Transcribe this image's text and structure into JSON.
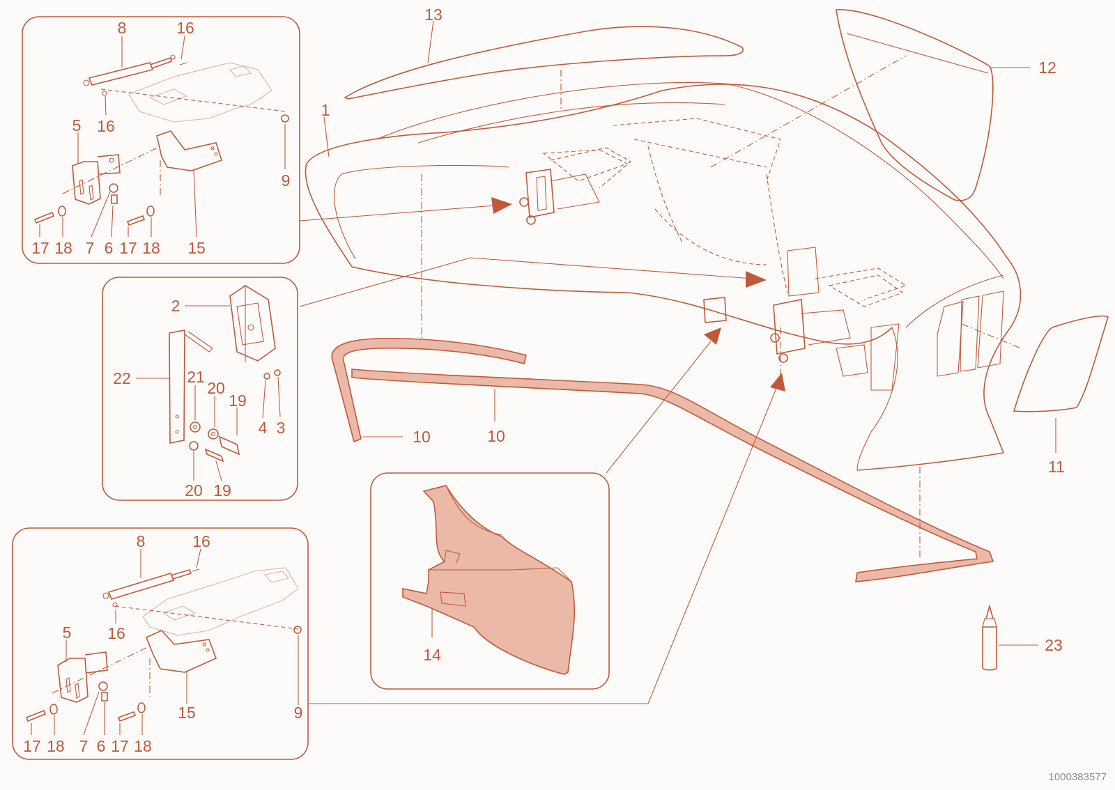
{
  "diagram_id": "1000383577",
  "callouts": {
    "inset_top": [
      "8",
      "16",
      "16",
      "5",
      "9",
      "17",
      "18",
      "7",
      "6",
      "17",
      "18",
      "15"
    ],
    "inset_mid": [
      "2",
      "22",
      "21",
      "20",
      "19",
      "4",
      "3",
      "20",
      "19"
    ],
    "inset_bottom": [
      "8",
      "16",
      "16",
      "5",
      "9",
      "17",
      "18",
      "7",
      "6",
      "17",
      "18",
      "15"
    ],
    "main": [
      "13",
      "1",
      "12",
      "10",
      "10",
      "11",
      "14",
      "23"
    ]
  },
  "colors": {
    "line": "#c0593a",
    "fill": "#eab9a8",
    "background": "#fcfbf9"
  }
}
